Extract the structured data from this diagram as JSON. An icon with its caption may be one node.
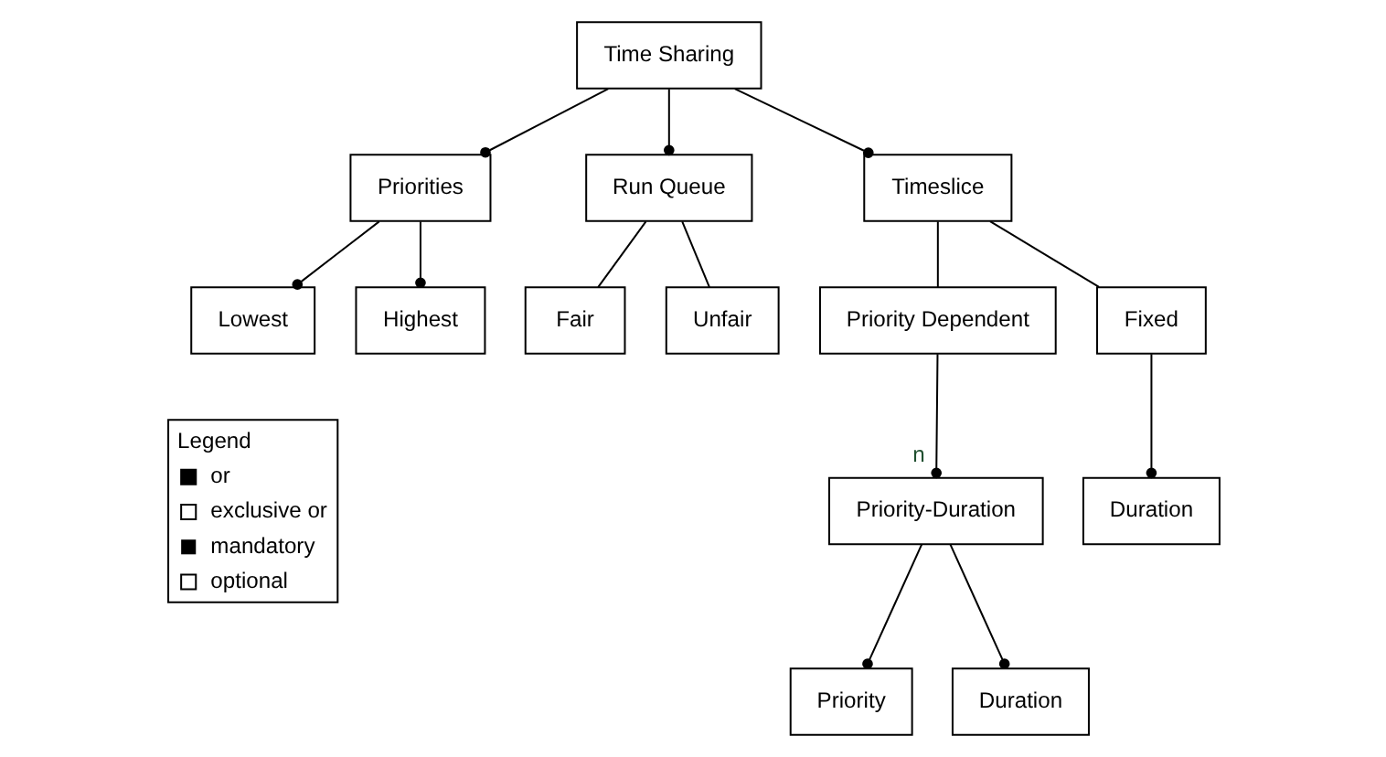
{
  "diagram": {
    "nodes": [
      {
        "text": [
          "Time Sharing"
        ]
      },
      {
        "text": [
          "Priorities"
        ]
      },
      {
        "text": [
          "Run Queue"
        ]
      },
      {
        "text": [
          "Timeslice"
        ]
      },
      {
        "text": [
          "Lowest"
        ]
      },
      {
        "text": [
          "Highest"
        ]
      },
      {
        "text": [
          "Fair"
        ]
      },
      {
        "text": [
          "Unfair"
        ]
      },
      {
        "text": [
          "Priority Dependent"
        ]
      },
      {
        "text": [
          "Fixed"
        ]
      },
      {
        "text": [
          "Priority-Duration"
        ]
      },
      {
        "text": [
          "Duration"
        ]
      },
      {
        "text": [
          "Priority"
        ]
      },
      {
        "text": [
          "Duration"
        ]
      }
    ],
    "edges": [
      {
        "from": 0,
        "to": 1,
        "arrow": "other"
      },
      {
        "from": 0,
        "to": 2,
        "arrow": "other"
      },
      {
        "from": 0,
        "to": 3,
        "arrow": "other"
      },
      {
        "from": 1,
        "to": 4,
        "arrow": "other"
      },
      {
        "from": 1,
        "to": 5,
        "arrow": "other"
      },
      {
        "from": 2,
        "to": 6,
        "arrow": "none"
      },
      {
        "from": 2,
        "to": 7,
        "arrow": "none"
      },
      {
        "from": 3,
        "to": 8,
        "arrow": "none"
      },
      {
        "from": 3,
        "to": 9,
        "arrow": "none"
      },
      {
        "from": 8,
        "to": 10,
        "arrow": "other",
        "label": "n"
      },
      {
        "from": 9,
        "to": 11,
        "arrow": "other"
      },
      {
        "from": 10,
        "to": 12,
        "arrow": "other"
      },
      {
        "from": 10,
        "to": 13,
        "arrow": "other"
      }
    ],
    "labels": [
      "Legend"
    ],
    "legend": [
      {
        "text": "or"
      },
      {
        "text": "exclusive or"
      },
      {
        "text": "mandatory"
      },
      {
        "text": "optional"
      }
    ]
  }
}
